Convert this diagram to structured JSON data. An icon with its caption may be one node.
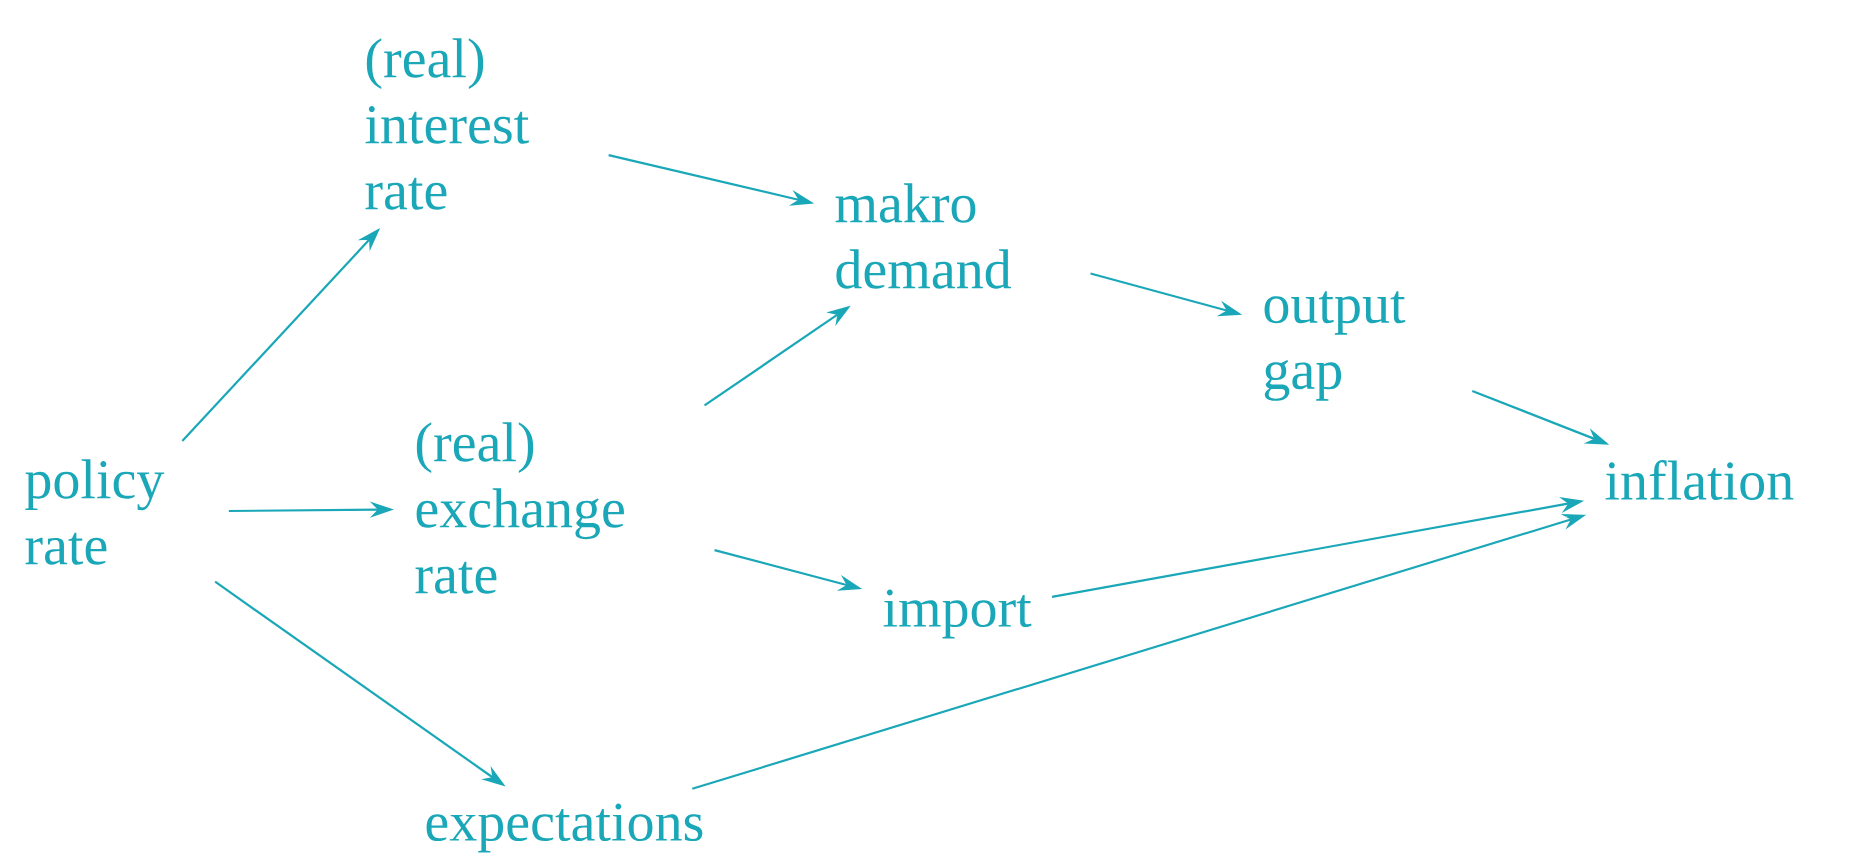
{
  "diagram": {
    "nodes": [
      {
        "text": [
          "policy rate"
        ]
      },
      {
        "text": [
          "(real) interest rate"
        ]
      },
      {
        "text": [
          "(real) exchange rate"
        ]
      },
      {
        "text": [
          "makro demand"
        ]
      },
      {
        "text": [
          "output gap"
        ]
      },
      {
        "text": [
          "import"
        ]
      },
      {
        "text": [
          "expectations"
        ]
      },
      {
        "text": [
          "inflation"
        ]
      }
    ],
    "edges": [
      {
        "from": 0,
        "to": 1,
        "arrow": "to"
      },
      {
        "from": 0,
        "to": 2,
        "arrow": "to"
      },
      {
        "from": 0,
        "to": 6,
        "arrow": "to"
      },
      {
        "from": 1,
        "to": 3,
        "arrow": "to"
      },
      {
        "from": 2,
        "to": 3,
        "arrow": "to"
      },
      {
        "from": 2,
        "to": 5,
        "arrow": "to"
      },
      {
        "from": 3,
        "to": 4,
        "arrow": "to"
      },
      {
        "from": 4,
        "to": 7,
        "arrow": "to"
      },
      {
        "from": 5,
        "to": 7,
        "arrow": "to"
      },
      {
        "from": 6,
        "to": 7,
        "arrow": "to"
      }
    ]
  }
}
